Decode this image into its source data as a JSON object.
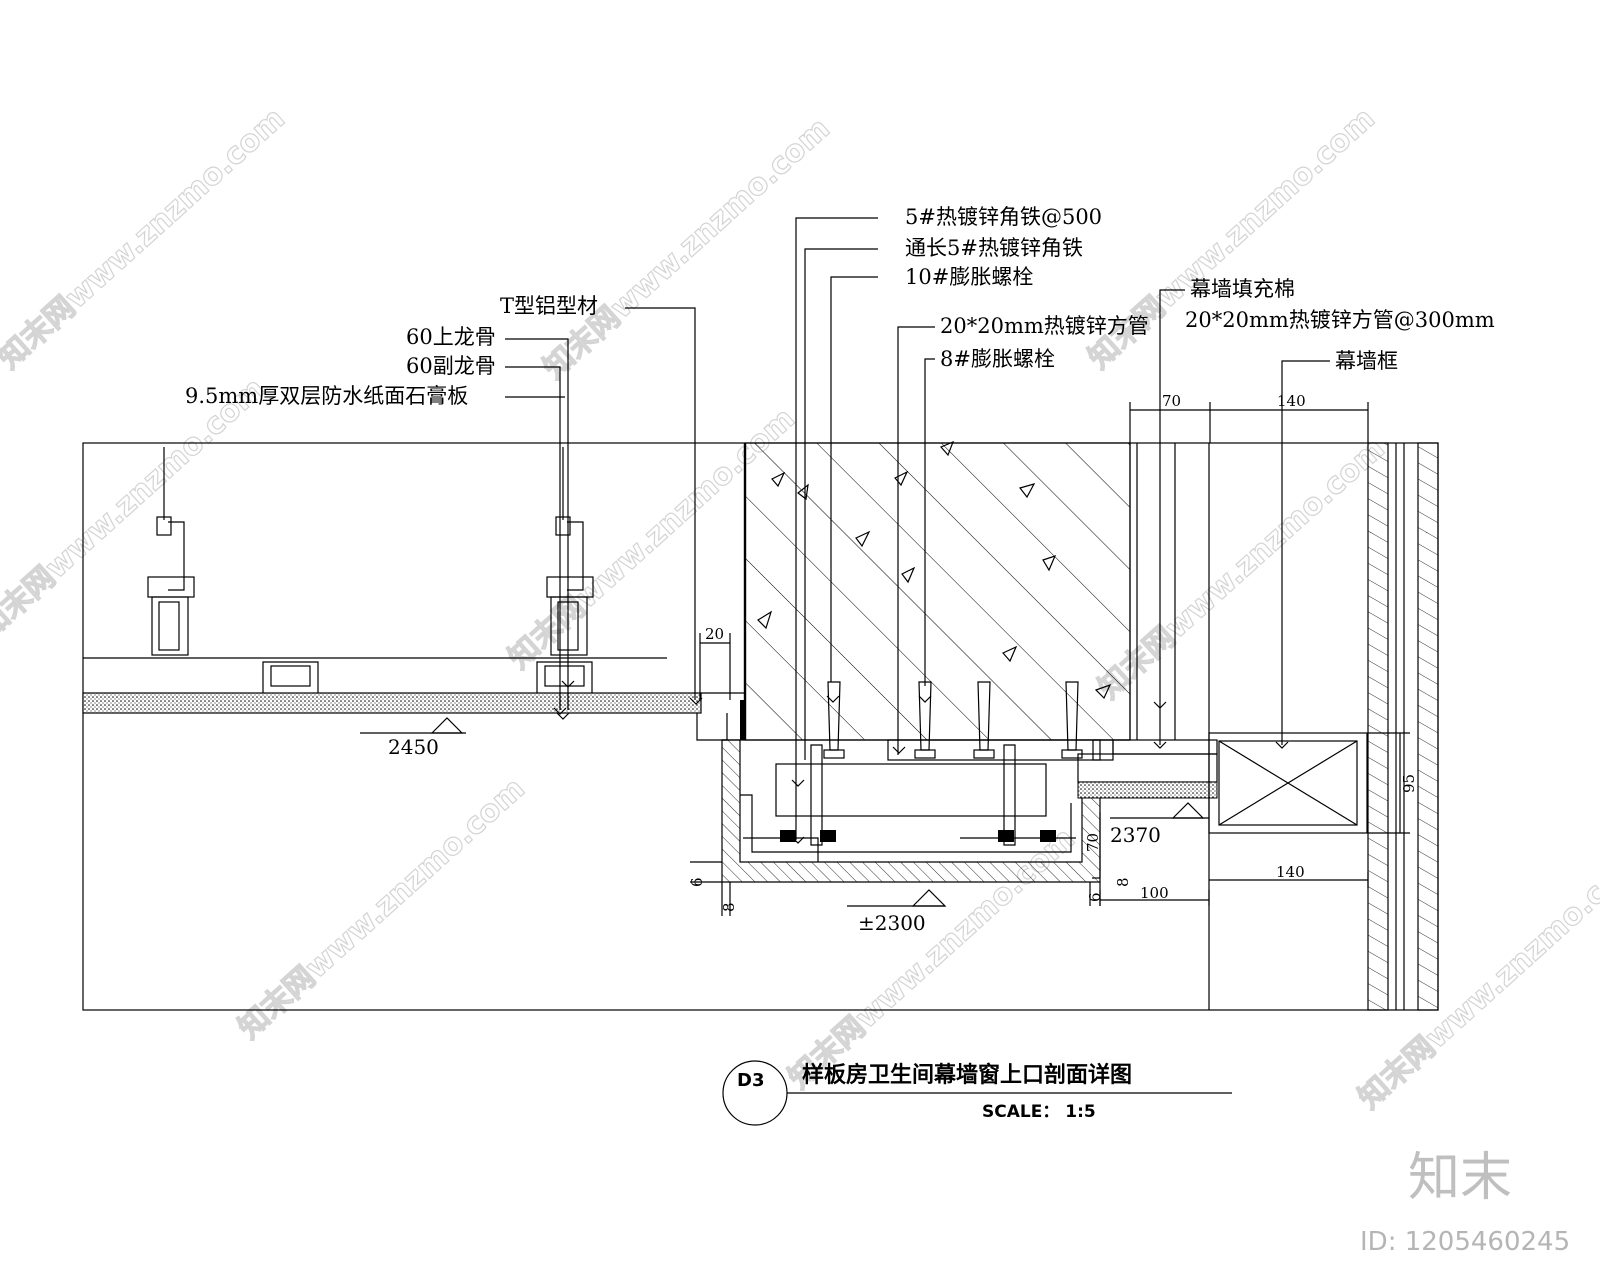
{
  "title_block": {
    "badge": "D3",
    "title": "样板房卫生间幕墙窗上口剖面详图",
    "scale": "SCALE： 1:5"
  },
  "labels": {
    "angle_iron": "5#热镀锌角铁@500",
    "full_angle_iron": "通长5#热镀锌角铁",
    "bolt_10": "10#膨胀螺栓",
    "t_aluminum": "T型铝型材",
    "main_keel": "60上龙骨",
    "sub_keel": "60副龙骨",
    "gypsum_board": "9.5mm厚双层防水纸面石膏板",
    "curtain_fill": "幕墙填充棉",
    "square_tube": "20*20mm热镀锌方管",
    "square_tube_300": "20*20mm热镀锌方管@300mm",
    "bolt_8": "8#膨胀螺栓",
    "curtain_frame": "幕墙框"
  },
  "dimensions": {
    "d20": "20",
    "d70_top": "70",
    "d140_top": "140",
    "d95": "95",
    "d70_side": "70",
    "d6_left": "6",
    "d8": "8",
    "d6_right": "6",
    "d8_right": "8",
    "d100": "100",
    "d140_bottom": "140"
  },
  "elevations": {
    "ceiling": "2450",
    "bottom": "±2300",
    "sill": "2370"
  },
  "watermark": {
    "text": "知末网www.znzmo.com",
    "brand": "知末",
    "id": "ID: 1205460245"
  }
}
